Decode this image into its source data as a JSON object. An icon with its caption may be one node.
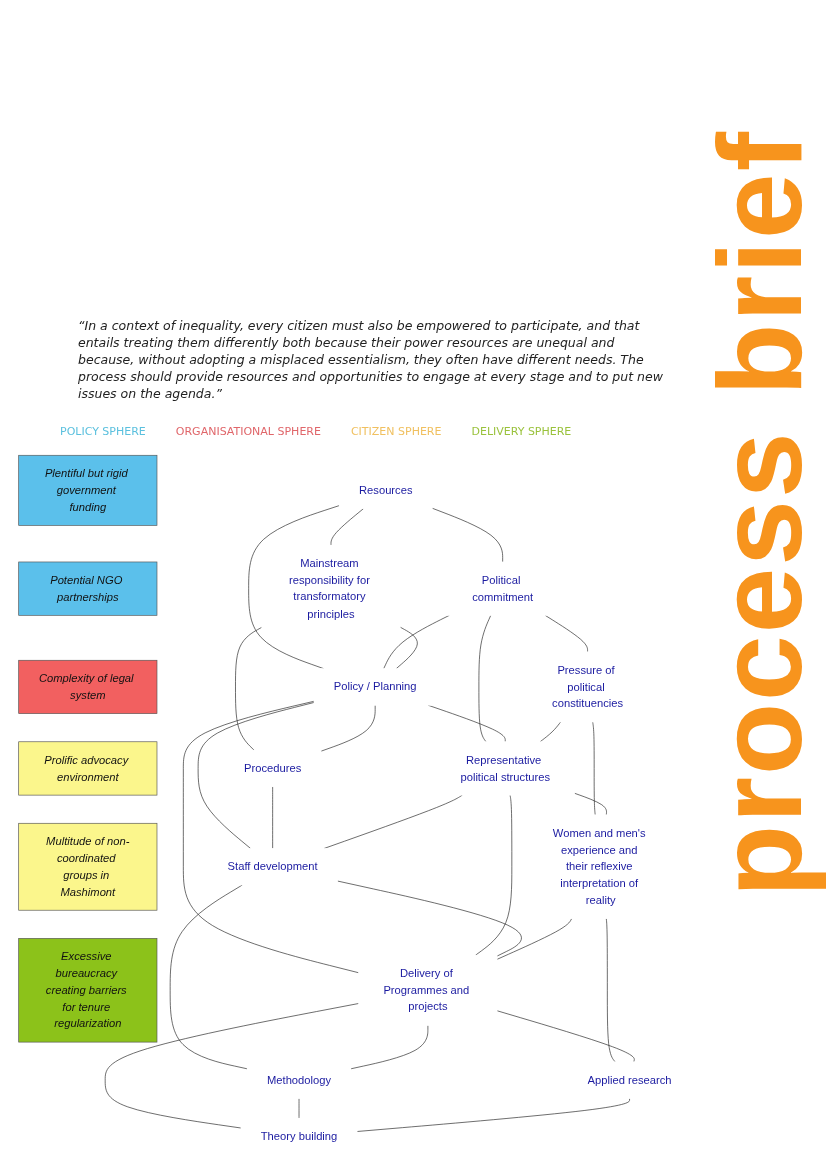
{
  "diagram": {
    "title": "process brief",
    "nodes": [
      {
        "text": [
          "Resources"
        ]
      },
      {
        "text": [
          "Mainstream responsibility for transformatory principles"
        ]
      },
      {
        "text": [
          "Plentiful but rigid government funding"
        ]
      },
      {
        "text": [
          "Potential NGO partnerships"
        ]
      },
      {
        "text": [
          "Complexity of legal system"
        ]
      },
      {
        "text": [
          "Political commitment"
        ]
      },
      {
        "text": [
          "Policy / Planning"
        ]
      },
      {
        "text": [
          "Procedures"
        ]
      },
      {
        "text": [
          "Prolific advocacy environment"
        ]
      },
      {
        "text": [
          "Pressure of political constituencies"
        ]
      },
      {
        "text": [
          "Representative political structures"
        ]
      },
      {
        "text": [
          "Staff development"
        ]
      },
      {
        "text": [
          "Multitude of non-coordinated groups in Mashimont"
        ]
      },
      {
        "text": [
          "Excessive bureaucracy creating barriers for tenure regularization"
        ]
      },
      {
        "text": [
          "Women and men's experience and their reflexive interpretation of reality"
        ]
      },
      {
        "text": [
          "Delivery of Programmes and projects"
        ]
      },
      {
        "text": [
          "Methodology"
        ]
      },
      {
        "text": [
          "Applied research"
        ]
      },
      {
        "text": [
          "Theory building"
        ]
      }
    ],
    "edges": [
      {
        "from": 0,
        "to": 1,
        "arrow": "none"
      },
      {
        "from": 0,
        "to": 5,
        "arrow": "none"
      },
      {
        "from": 0,
        "to": 6,
        "arrow": "none"
      },
      {
        "from": 5,
        "to": 6,
        "arrow": "none"
      },
      {
        "from": 1,
        "to": 6,
        "arrow": "none"
      },
      {
        "from": 1,
        "to": 7,
        "arrow": "none"
      },
      {
        "from": 6,
        "to": 7,
        "arrow": "none"
      },
      {
        "from": 5,
        "to": 9,
        "arrow": "none"
      },
      {
        "from": 5,
        "to": 10,
        "arrow": "none"
      },
      {
        "from": 6,
        "to": 10,
        "arrow": "none"
      },
      {
        "from": 6,
        "to": 11,
        "arrow": "none"
      },
      {
        "from": 7,
        "to": 11,
        "arrow": "none"
      },
      {
        "from": 6,
        "to": 15,
        "arrow": "none"
      },
      {
        "from": 9,
        "to": 10,
        "arrow": "none"
      },
      {
        "from": 10,
        "to": 11,
        "arrow": "none"
      },
      {
        "from": 9,
        "to": 14,
        "arrow": "none"
      },
      {
        "from": 10,
        "to": 14,
        "arrow": "none"
      },
      {
        "from": 10,
        "to": 15,
        "arrow": "none"
      },
      {
        "from": 11,
        "to": 15,
        "arrow": "none"
      },
      {
        "from": 11,
        "to": 16,
        "arrow": "none"
      },
      {
        "from": 14,
        "to": 15,
        "arrow": "none"
      },
      {
        "from": 15,
        "to": 16,
        "arrow": "none"
      },
      {
        "from": 14,
        "to": 17,
        "arrow": "none"
      },
      {
        "from": 15,
        "to": 17,
        "arrow": "none"
      },
      {
        "from": 15,
        "to": 18,
        "arrow": "none"
      },
      {
        "from": 16,
        "to": 18,
        "arrow": "none"
      },
      {
        "from": 17,
        "to": 18,
        "arrow": "none"
      }
    ],
    "labels": [
      "“In a context of inequality, every citizen must also be empowered to participate, and that entails treating them differently both because their power resources are unequal and because, without adopting a misplaced essentialism, they often have different needs. The process should provide resources and opportunities to engage at every stage and to put new issues on the agenda.”",
      "POLICY SPHERE",
      "ORGANISATIONAL SPHERE",
      "CITIZEN SPHERE",
      "DELIVERY SPHERE"
    ]
  }
}
